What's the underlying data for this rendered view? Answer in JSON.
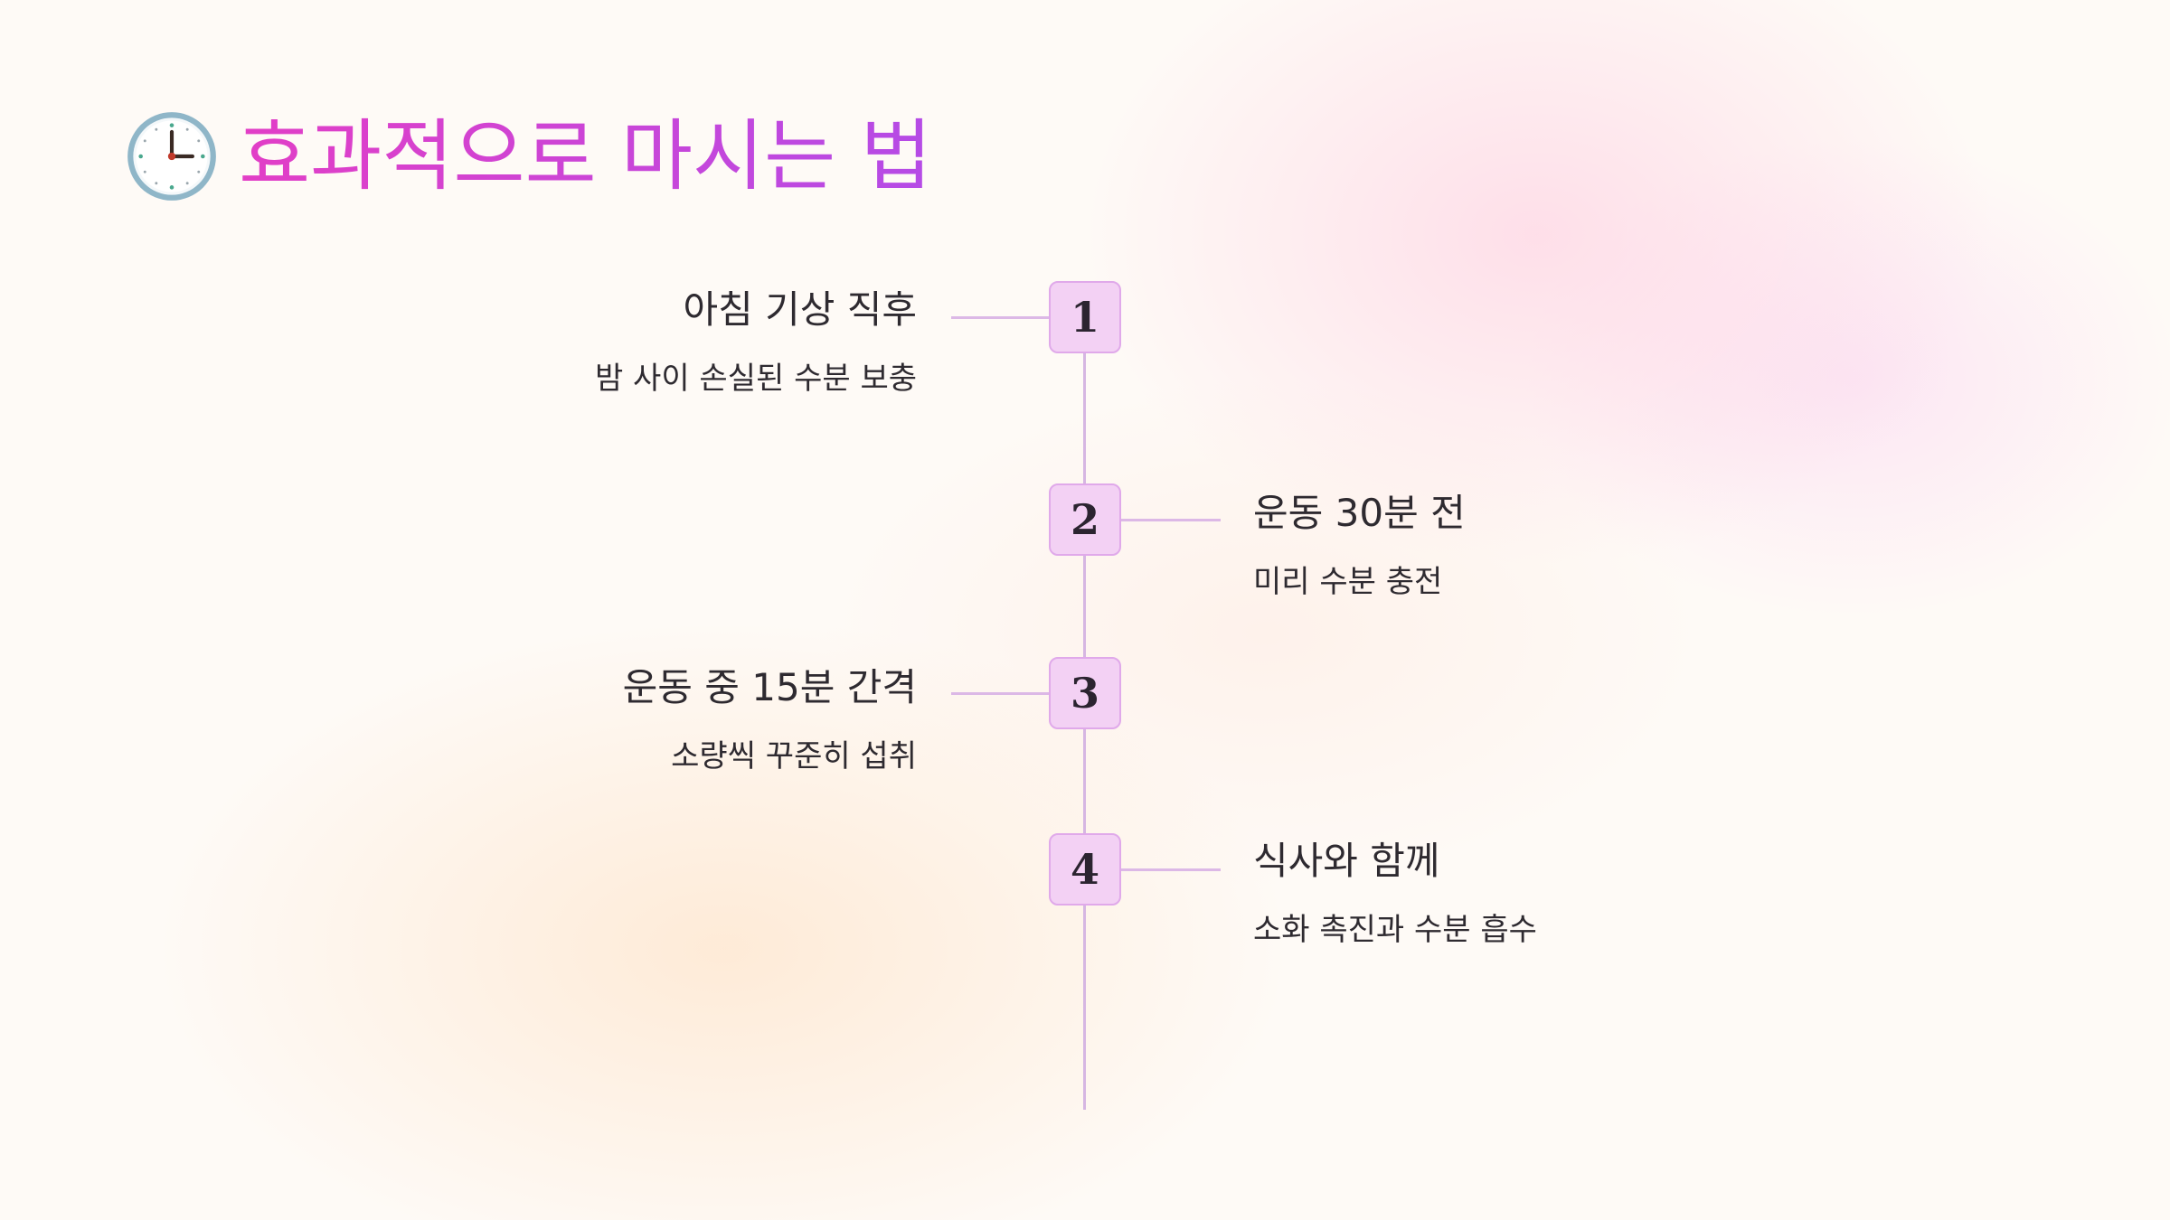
{
  "header": {
    "icon": "clock-icon",
    "title": "효과적으로 마시는 법"
  },
  "colors": {
    "title_gradient_start": "#e23ec6",
    "title_gradient_end": "#b54be6",
    "node_fill": "#f3d1f4",
    "node_border": "#e0a9ea",
    "line": "#d6b6e2"
  },
  "timeline": {
    "steps": [
      {
        "number": "1",
        "side": "left",
        "title": "아침 기상 직후",
        "description": "밤 사이 손실된 수분 보충"
      },
      {
        "number": "2",
        "side": "right",
        "title": "운동 30분 전",
        "description": "미리 수분 충전"
      },
      {
        "number": "3",
        "side": "left",
        "title": "운동 중 15분 간격",
        "description": "소량씩 꾸준히 섭취"
      },
      {
        "number": "4",
        "side": "right",
        "title": "식사와 함께",
        "description": "소화 촉진과 수분 흡수"
      }
    ]
  }
}
